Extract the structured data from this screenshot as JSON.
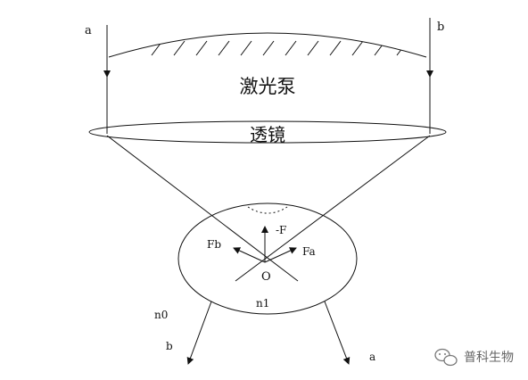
{
  "labels": {
    "ray_a": "a",
    "ray_b": "b",
    "laser_pump": "激光泵",
    "lens": "透镜",
    "force_neg_f": "-F",
    "force_fb": "Fb",
    "force_fa": "Fa",
    "origin": "O",
    "index_inside": "n1",
    "index_outside": "n0",
    "ray_b_out": "b",
    "ray_a_out": "a"
  },
  "watermark": {
    "text": "普科生物"
  }
}
